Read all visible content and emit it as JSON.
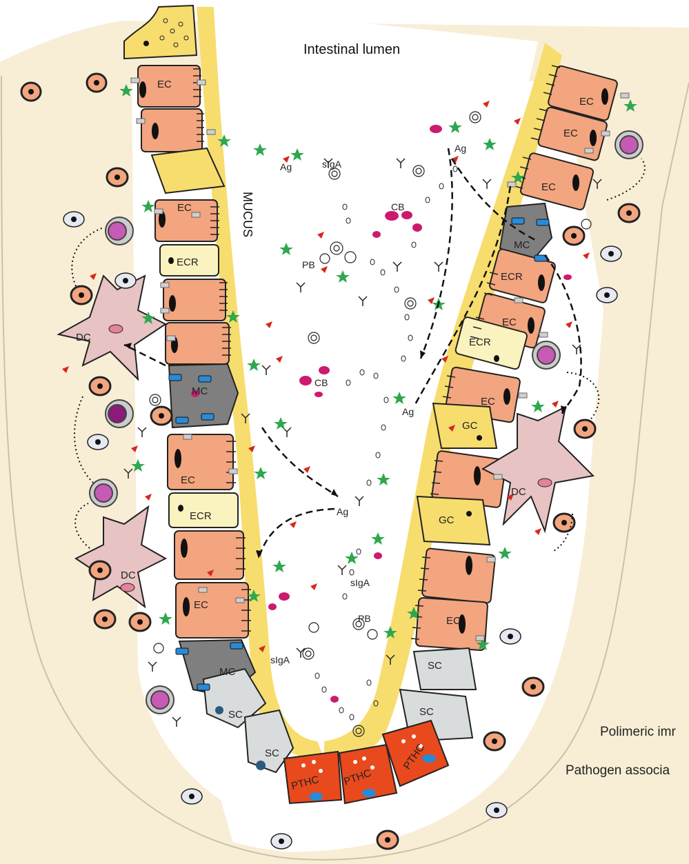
{
  "labels": {
    "lumen": "Intestinal lumen",
    "mucus": "MUCUS",
    "ec": "EC",
    "ecr": "ECR",
    "gc": "GC",
    "mc": "MC",
    "dc": "DC",
    "sc": "SC",
    "pthc": "PTHC",
    "cb": "CB",
    "pb": "PB",
    "ag": "Ag",
    "siga": "sIgA"
  },
  "legend": {
    "polimeric": "Polimeric imr",
    "pathogen": "Pathogen associa"
  },
  "colors": {
    "tissue": "#f8eed6",
    "mucus": "#f7dd6e",
    "enterocyte": "#f2a57e",
    "ecr": "#fbf3bf",
    "goblet": "#f7dd6e",
    "mcell": "#7f7f7f",
    "stem": "#d9dcdc",
    "paneth": "#e8491d",
    "dc": "#e7c3c3",
    "magenta": "#cc1a6e",
    "red": "#d6281e",
    "green": "#2ea74f",
    "blue": "#2a8ad6"
  }
}
